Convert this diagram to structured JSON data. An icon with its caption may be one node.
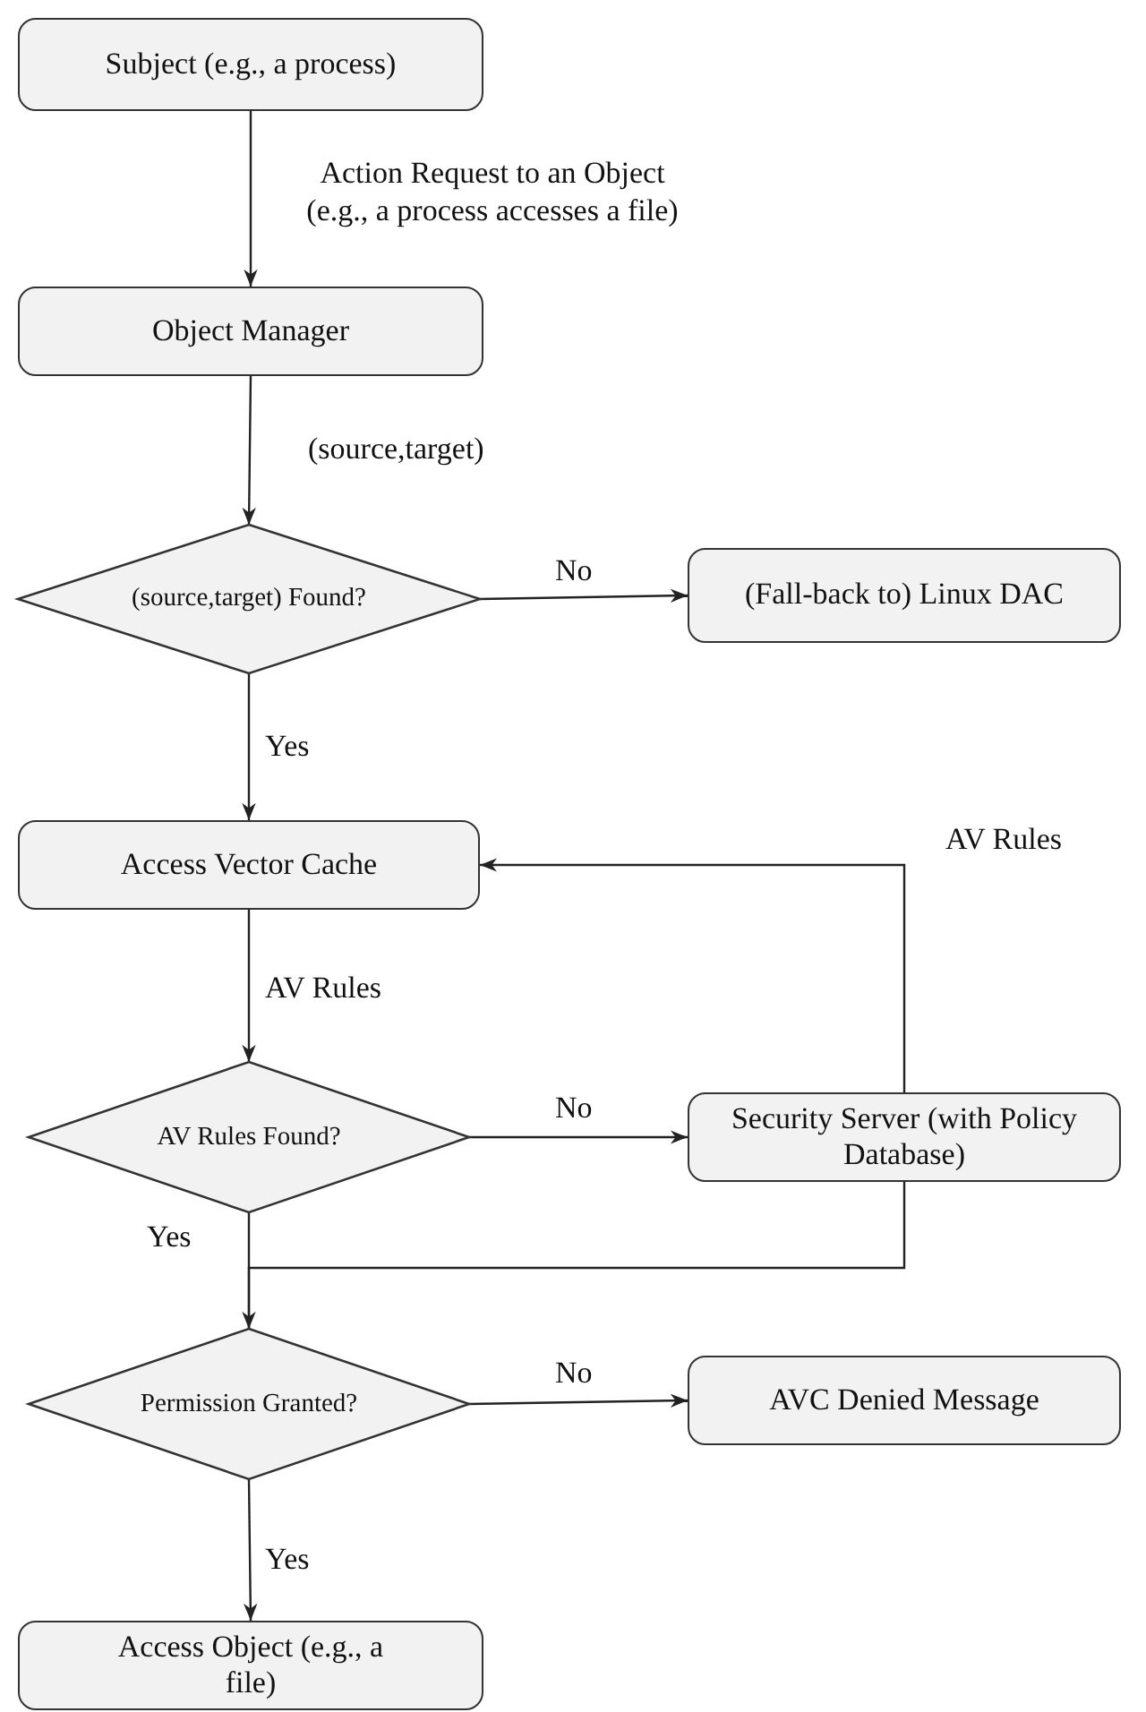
{
  "diagram": {
    "nodes": [
      {
        "text": [
          "Subject (e.g., a process)"
        ]
      },
      {
        "text": [
          "Object Manager"
        ]
      },
      {
        "text": [
          "(source,target) Found?"
        ]
      },
      {
        "text": [
          "(Fall-back to) Linux DAC"
        ]
      },
      {
        "text": [
          "Access Vector Cache"
        ]
      },
      {
        "text": [
          "AV Rules Found?"
        ]
      },
      {
        "text": [
          "Security Server (with Policy Database)"
        ]
      },
      {
        "text": [
          "Permission Granted?"
        ]
      },
      {
        "text": [
          "AVC Denied Message"
        ]
      },
      {
        "text": [
          "Access Object (e.g., a file)"
        ]
      }
    ],
    "edges": [
      {
        "from": 0,
        "to": 1,
        "arrow": "to",
        "label": "Action Request to an Object (e.g., a process accesses a file)"
      },
      {
        "from": 1,
        "to": 2,
        "arrow": "to",
        "label": "(source,target)"
      },
      {
        "from": 2,
        "to": 3,
        "arrow": "to",
        "label": "No"
      },
      {
        "from": 2,
        "to": 4,
        "arrow": "to",
        "label": "Yes"
      },
      {
        "from": 4,
        "to": 5,
        "arrow": "to",
        "label": "AV Rules"
      },
      {
        "from": 5,
        "to": 6,
        "arrow": "to",
        "label": "No"
      },
      {
        "from": 6,
        "to": 4,
        "arrow": "to",
        "label": "AV Rules"
      },
      {
        "from": 5,
        "to": 7,
        "arrow": "none",
        "label": "Yes"
      },
      {
        "from": 6,
        "to": 7,
        "arrow": "to"
      },
      {
        "from": 7,
        "to": 8,
        "arrow": "to",
        "label": "No"
      },
      {
        "from": 7,
        "to": 9,
        "arrow": "to",
        "label": "Yes"
      }
    ]
  }
}
